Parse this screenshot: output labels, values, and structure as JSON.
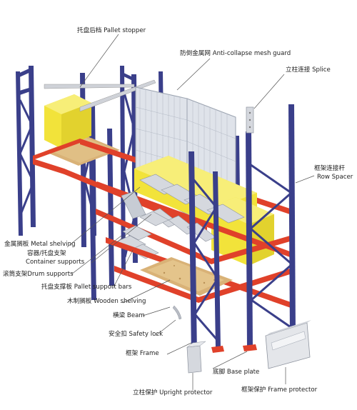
{
  "diagram": {
    "type": "pallet-rack-component-diagram",
    "colors": {
      "upright": "#3a3f8a",
      "beam": "#e0412a",
      "pallet_load": "#f2e33a",
      "wood_shelf": "#d9b277",
      "mesh_guard": "#dfe3ea",
      "steel": "#d5d8de"
    },
    "labels": {
      "pallet_stopper": "托盘后档 Pallet stopper",
      "anti_collapse_mesh": "防倒金属网 Anti-collapse mesh guard",
      "splice": "立柱连接 Splice",
      "row_spacer_cn": "框架连接杆",
      "row_spacer_en": "Row Spacer",
      "metal_shelving": "金属搁板 Metal shelving",
      "container_supports_cn": "容器/托盘支架",
      "container_supports_en": "Container supports",
      "drum_supports": "滚筒支架Drum supports",
      "pallet_support_bars": "托盘支撑板 Pallet support bars",
      "wooden_shelving": "木制搁板 Wooden shelving",
      "beam": "横梁 Beam",
      "safety_lock": "安全扣 Safety lock",
      "frame": "框架 Frame",
      "base_plate": "底脚 Base plate",
      "upright_protector": "立柱保护 Upright protector",
      "frame_protector": "框架保护 Frame protector"
    }
  }
}
